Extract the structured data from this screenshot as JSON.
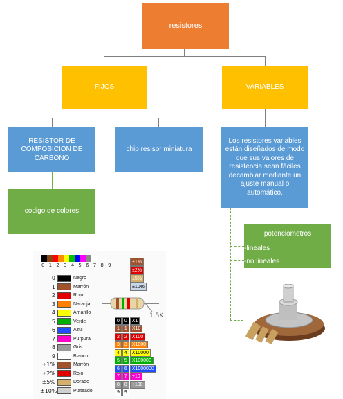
{
  "nodes": {
    "root": "resistores",
    "fijos": "FIJOS",
    "variables": "VARIABLES",
    "composicion": "RESISTOR DE COMPOSICION DE CARBONO",
    "chip": "chip resisor miniatura",
    "variables_desc": "Los resistores variables están diseñados de modo que sus valores de resistencia sean fáciles decambiar mediante un ajuste manual o automático.",
    "codigo": "codigo de colores",
    "potenciometros": "potenciometros",
    "lineales": "-lineales",
    "no_lineales": "-no lineales"
  },
  "colors": {
    "orange": "#ed7d31",
    "gold": "#ffc000",
    "blue": "#5b9bd5",
    "green": "#70ad47"
  },
  "color_chart": {
    "digits": "0 1 2 3 4 5 6 7 8 9",
    "strip": [
      "#000000",
      "#8b4513",
      "#ff0000",
      "#ff8c00",
      "#ffff00",
      "#00c000",
      "#0000ff",
      "#ff00ff",
      "#888888",
      "#ffffff"
    ],
    "rows": [
      {
        "num": "0",
        "name": "Negro",
        "color": "#000000"
      },
      {
        "num": "1",
        "name": "Marrón",
        "color": "#a0522d"
      },
      {
        "num": "2",
        "name": "Rojo",
        "color": "#e00000"
      },
      {
        "num": "3",
        "name": "Naranja",
        "color": "#ff7f00"
      },
      {
        "num": "4",
        "name": "Amarillo",
        "color": "#ffff00"
      },
      {
        "num": "5",
        "name": "Verde",
        "color": "#00b000"
      },
      {
        "num": "6",
        "name": "Azul",
        "color": "#1f4fff"
      },
      {
        "num": "7",
        "name": "Purpura",
        "color": "#ff00cc"
      },
      {
        "num": "8",
        "name": "Gris",
        "color": "#999999"
      },
      {
        "num": "9",
        "name": "Blanco",
        "color": "#ffffff"
      },
      {
        "num": "±1%",
        "name": "Marrón",
        "color": "#a0522d"
      },
      {
        "num": "±2%",
        "name": "Rojo",
        "color": "#e00000"
      },
      {
        "num": "±5%",
        "name": "Dorado",
        "color": "#d4b06a"
      },
      {
        "num": "±10%",
        "name": "Plateado",
        "color": "#d0d0d0"
      }
    ],
    "tolerances": [
      {
        "label": "±1%",
        "color": "#a0522d"
      },
      {
        "label": "±2%",
        "color": "#e00000"
      },
      {
        "label": "±5%",
        "color": "#d4b06a"
      },
      {
        "label": "±10%",
        "color": "#c8d8e8"
      }
    ],
    "resistor_value": "1.5K",
    "multipliers": [
      {
        "d": "0",
        "m": "X1",
        "c": "#000000",
        "tc": "#ffffff"
      },
      {
        "d": "1",
        "m": "X10",
        "c": "#a0522d",
        "tc": "#ffffff"
      },
      {
        "d": "2",
        "m": "X100",
        "c": "#e00000",
        "tc": "#ffffff"
      },
      {
        "d": "3",
        "m": "X1000",
        "c": "#ff7f00",
        "tc": "#ffffff"
      },
      {
        "d": "4",
        "m": "X10000",
        "c": "#ffff00",
        "tc": "#000000"
      },
      {
        "d": "5",
        "m": "X100000",
        "c": "#00b000",
        "tc": "#ffffff"
      },
      {
        "d": "6",
        "m": "X1000000",
        "c": "#1f4fff",
        "tc": "#ffffff"
      },
      {
        "d": "7",
        "m": "+10",
        "c": "#ff00cc",
        "tc": "#ffffff"
      },
      {
        "d": "8",
        "m": "+100",
        "c": "#999999",
        "tc": "#ffffff"
      },
      {
        "d": "9",
        "m": "",
        "c": "#ffffff",
        "tc": "#000000"
      }
    ]
  }
}
